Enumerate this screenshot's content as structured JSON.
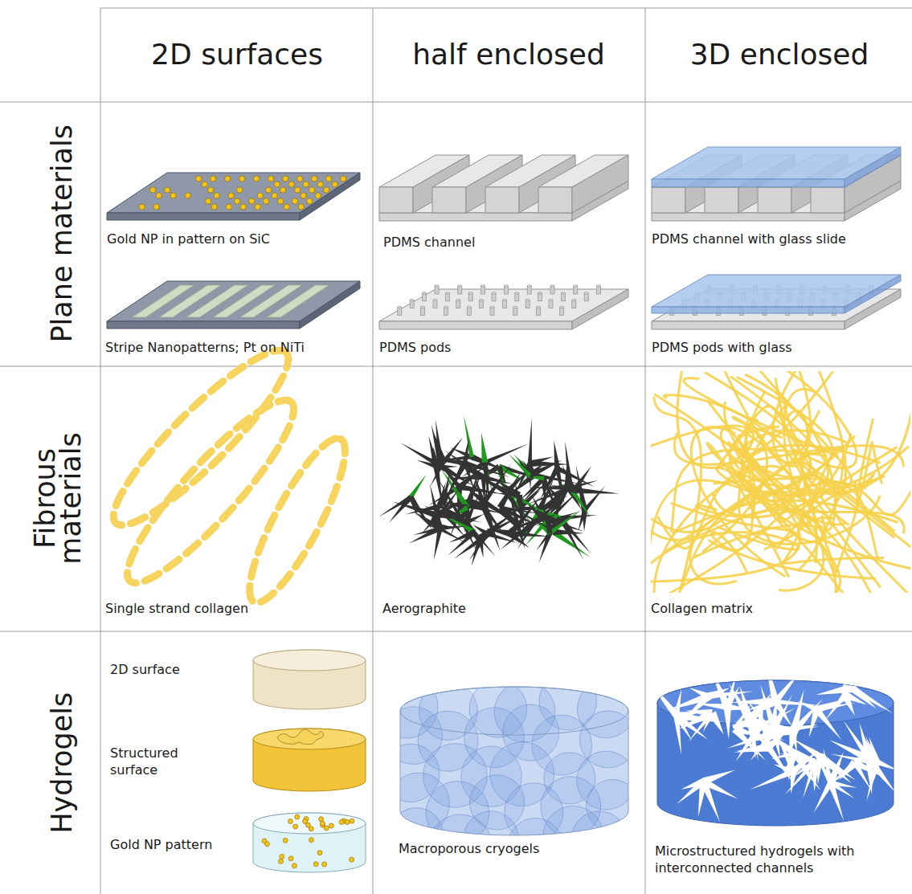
{
  "diagram": {
    "labels": [
      "2D surfaces",
      "half enclosed",
      "3D enclosed",
      "Plane materials",
      "Fibrous materials",
      "Hydrogels",
      "Gold NP in pattern on SiC",
      "Stripe Nanopatterns; Pt on NiTi",
      "PDMS channel",
      "PDMS pods",
      "PDMS channel with glass slide",
      "PDMS pods with glass",
      "Single strand collagen",
      "Aerographite",
      "Collagen matrix",
      "2D surface",
      "Structured surface",
      "Gold NP pattern",
      "Macroporous cryogels",
      "Microstructured hydrogels with interconnected channels"
    ]
  }
}
